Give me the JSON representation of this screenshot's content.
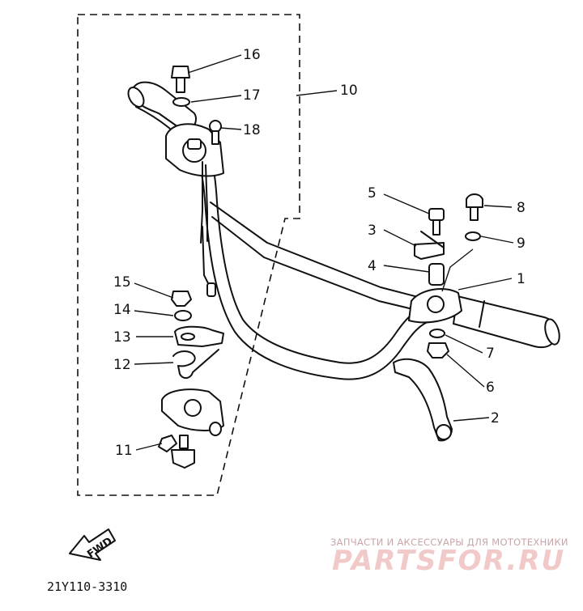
{
  "diagram": {
    "code": "21Y110-3310",
    "fwd_label": "FWD",
    "watermark": {
      "line1": "ЗАПЧАСТИ И АКСЕССУАРЫ ДЛЯ МОТОТЕХНИКИ",
      "line2": "PARTSFOR.RU"
    },
    "callouts": [
      {
        "id": "16",
        "text": "16"
      },
      {
        "id": "17",
        "text": "17"
      },
      {
        "id": "18",
        "text": "18"
      },
      {
        "id": "10",
        "text": "10"
      },
      {
        "id": "5",
        "text": "5"
      },
      {
        "id": "8",
        "text": "8"
      },
      {
        "id": "3",
        "text": "3"
      },
      {
        "id": "9",
        "text": "9"
      },
      {
        "id": "4",
        "text": "4"
      },
      {
        "id": "1",
        "text": "1"
      },
      {
        "id": "15",
        "text": "15"
      },
      {
        "id": "14",
        "text": "14"
      },
      {
        "id": "13",
        "text": "13"
      },
      {
        "id": "7",
        "text": "7"
      },
      {
        "id": "12",
        "text": "12"
      },
      {
        "id": "6",
        "text": "6"
      },
      {
        "id": "2",
        "text": "2"
      },
      {
        "id": "11",
        "text": "11"
      }
    ]
  }
}
